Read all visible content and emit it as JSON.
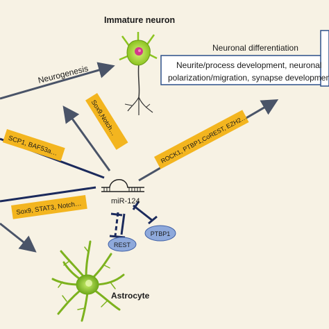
{
  "title_immature": "Immature neuron",
  "neurogenesis_label": "Neurogenesis",
  "differentiation": {
    "header": "Neuronal differentiation",
    "line1": "Neurite/process development, neuronal",
    "line2": "polarization/migration, synapse development"
  },
  "mirna_label": "miR-124",
  "astrocyte_label": "Astrocyte",
  "target_boxes": {
    "scp1": "SCP1, BAF53a…",
    "sox9_notch": "Sox9,Notch…",
    "rock1": "ROCK1, PTBP1,CoREST, EZH2…",
    "sox9_stat3": "Sox9, STAT3, Notch…"
  },
  "ovals": {
    "rest": "REST",
    "ptbp1": "PTBP1"
  },
  "colors": {
    "background": "#f7f2e4",
    "target_box": "#f3b51f",
    "arrow": "#4a5468",
    "inhibit_line": "#1b2a5c",
    "oval_fill": "#8ea9db",
    "oval_stroke": "#3e5fa5",
    "neuron_body": "#a8d838",
    "neuron_nucleus": "#d4398a",
    "astrocyte": "#9ccc34",
    "diff_box_border": "#2c4f8a"
  }
}
